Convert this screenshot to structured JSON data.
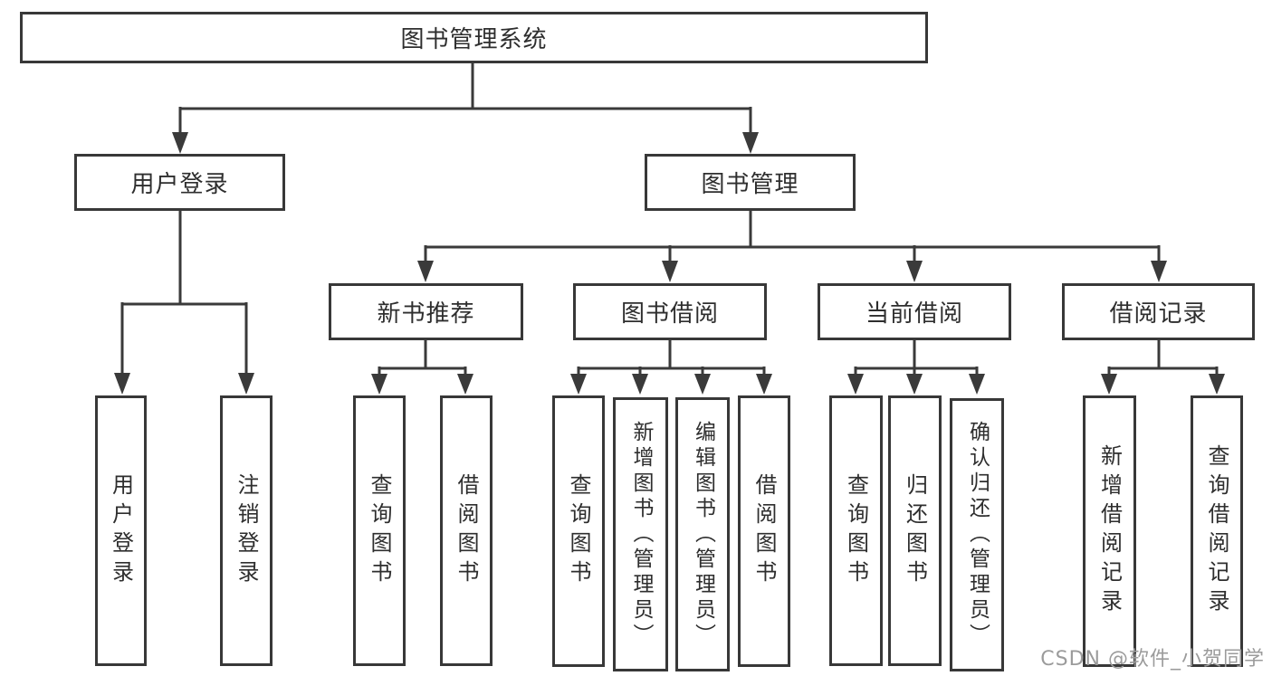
{
  "diagram": {
    "title": "图书管理系统",
    "level1": {
      "user_login": "用户登录",
      "book_mgmt": "图书管理"
    },
    "level2": {
      "new_books": "新书推荐",
      "borrowing": "图书借阅",
      "current": "当前借阅",
      "records": "借阅记录"
    },
    "leaves": {
      "login": "用户登录",
      "logout": "注销登录",
      "nb_query": "查询图书",
      "nb_borrow": "借阅图书",
      "bw_query": "查询图书",
      "bw_add": "新增图书（管理员）",
      "bw_edit": "编辑图书（管理员）",
      "bw_borrow": "借阅图书",
      "cur_query": "查询图书",
      "cur_return": "归还图书",
      "cur_confirm": "确认归还（管理员）",
      "rec_add": "新增借阅记录",
      "rec_query": "查询借阅记录"
    }
  },
  "watermark": {
    "text": "CSDN @软件_小贺同学",
    "color": "#9b9b9b"
  },
  "colors": {
    "line": "#3a3a3a",
    "box_border": "#383838",
    "text": "#2e2e2e",
    "background": "#ffffff"
  }
}
